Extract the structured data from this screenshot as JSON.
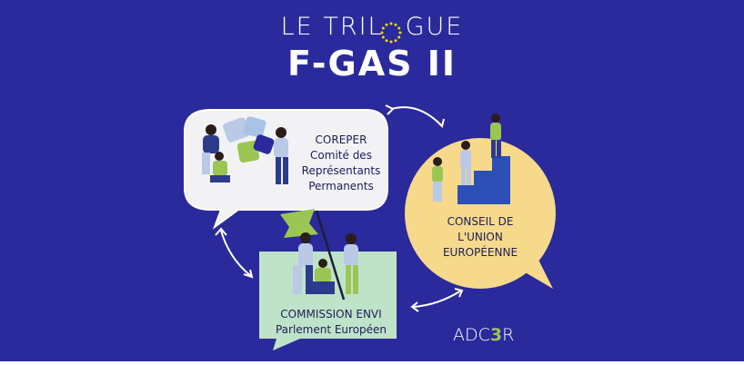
{
  "title": {
    "line1_part1": "LE TRIL",
    "line1_part2": "GUE",
    "line2": "F-GAS II"
  },
  "bubbles": {
    "coreper": {
      "line1": "COREPER",
      "line2": "Comité des",
      "line3": "Représentants",
      "line4": "Permanents"
    },
    "conseil": {
      "line1": "CONSEIL DE",
      "line2": "L'UNION",
      "line3": "EUROPÉENNE"
    },
    "commission": {
      "line1": "COMMISSION ENVI",
      "line2": "Parlement Européen"
    }
  },
  "logo": {
    "part1": "ADC",
    "part2": "3",
    "part3": "R"
  },
  "colors": {
    "background": "#2a2a9c",
    "coreper_bubble": "#f2f2f4",
    "conseil_bubble": "#f6d98a",
    "commission_bubble": "#bfe3c9",
    "text_dark": "#1d1d5a",
    "accent_green": "#9bc653"
  }
}
